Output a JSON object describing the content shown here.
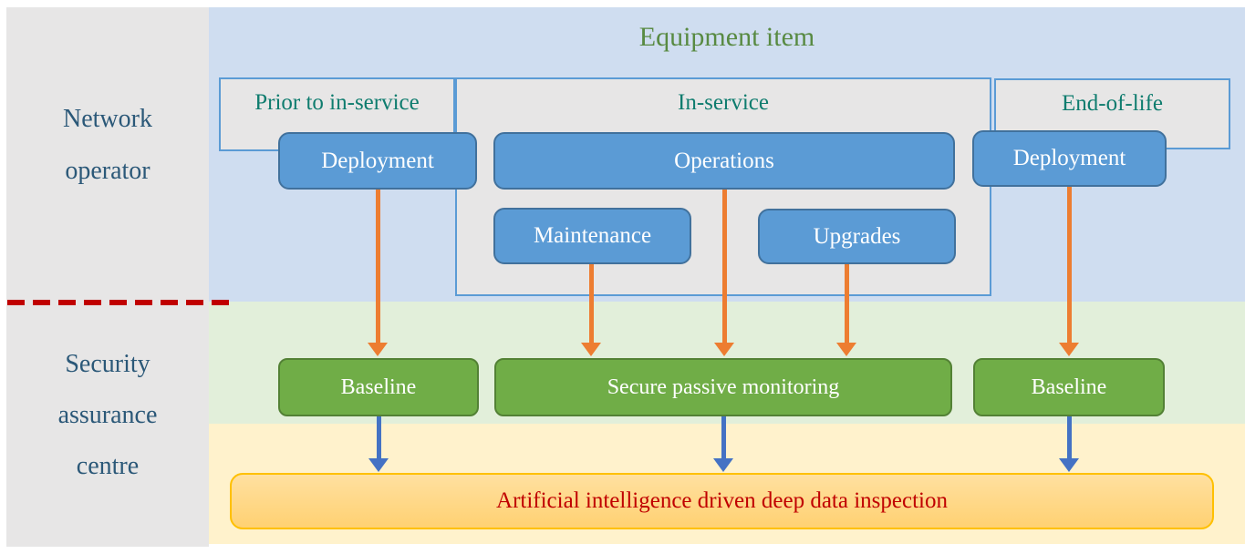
{
  "sidebar": {
    "network_operator": [
      "Network",
      "operator"
    ],
    "security_assurance": [
      "Security",
      "assurance",
      "centre"
    ]
  },
  "diagram": {
    "title": "Equipment item",
    "phases": {
      "prior": "Prior to in-service",
      "in_service": "In-service",
      "end_of_life": "End-of-life"
    },
    "operator_activities": {
      "deployment_left": "Deployment",
      "operations": "Operations",
      "maintenance": "Maintenance",
      "upgrades": "Upgrades",
      "deployment_right": "Deployment"
    },
    "assurance_activities": {
      "baseline_left": "Baseline",
      "monitoring": "Secure passive monitoring",
      "baseline_right": "Baseline"
    },
    "ai_box": "Artificial intelligence driven deep data inspection"
  },
  "palette": {
    "network_band": "#cfddf0",
    "assurance_band": "#e2efda",
    "ai_band": "#fff2cc",
    "sidebar_bg": "#e7e6e6",
    "sidebar_text": "#2b5878",
    "title_text": "#588a42",
    "phase_text": "#0e7c6e",
    "phase_border": "#5b9bd5",
    "blue_shape": "#5b9bd5",
    "blue_shape_border": "#41719c",
    "green_shape": "#70ad47",
    "green_shape_border": "#538135",
    "ai_box_border": "#ffc000",
    "ai_text": "#c00000",
    "orange_arrow": "#ed7d31",
    "blue_arrow": "#4472c4",
    "divider_red": "#c00000"
  }
}
